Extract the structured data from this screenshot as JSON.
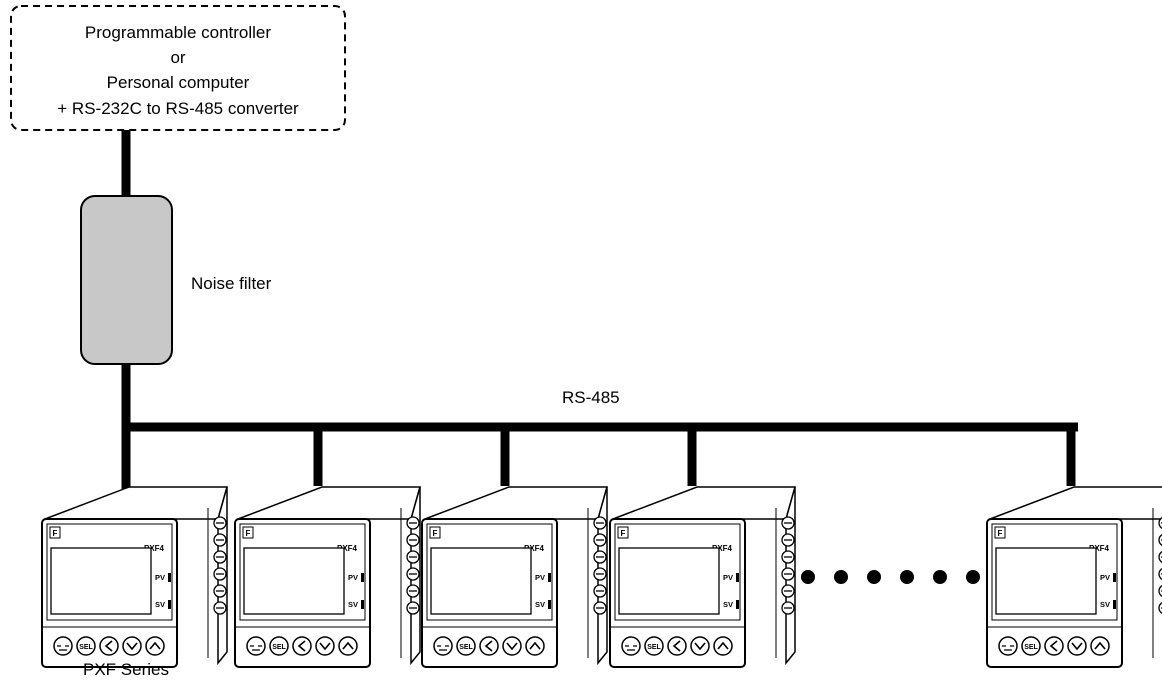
{
  "host": {
    "lines": [
      "Programmable controller",
      "or",
      "Personal computer",
      "+ RS-232C to RS-485 converter"
    ]
  },
  "noise_filter": {
    "label": "Noise filter"
  },
  "bus": {
    "label": "RS-485"
  },
  "series": {
    "label": "PXF Series"
  },
  "device": {
    "model": "PXF4",
    "logo": "F",
    "pv_label": "PV",
    "sv_label": "SV",
    "sel_label": "SEL",
    "buttons": [
      "user-key-icon",
      "sel-button",
      "left-arrow-icon",
      "down-arrow-icon",
      "up-arrow-icon"
    ]
  },
  "device_count_shown": 5,
  "ellipsis_dots": 6,
  "colors": {
    "line": "#000000",
    "filter_fill": "#c8c8c8"
  }
}
